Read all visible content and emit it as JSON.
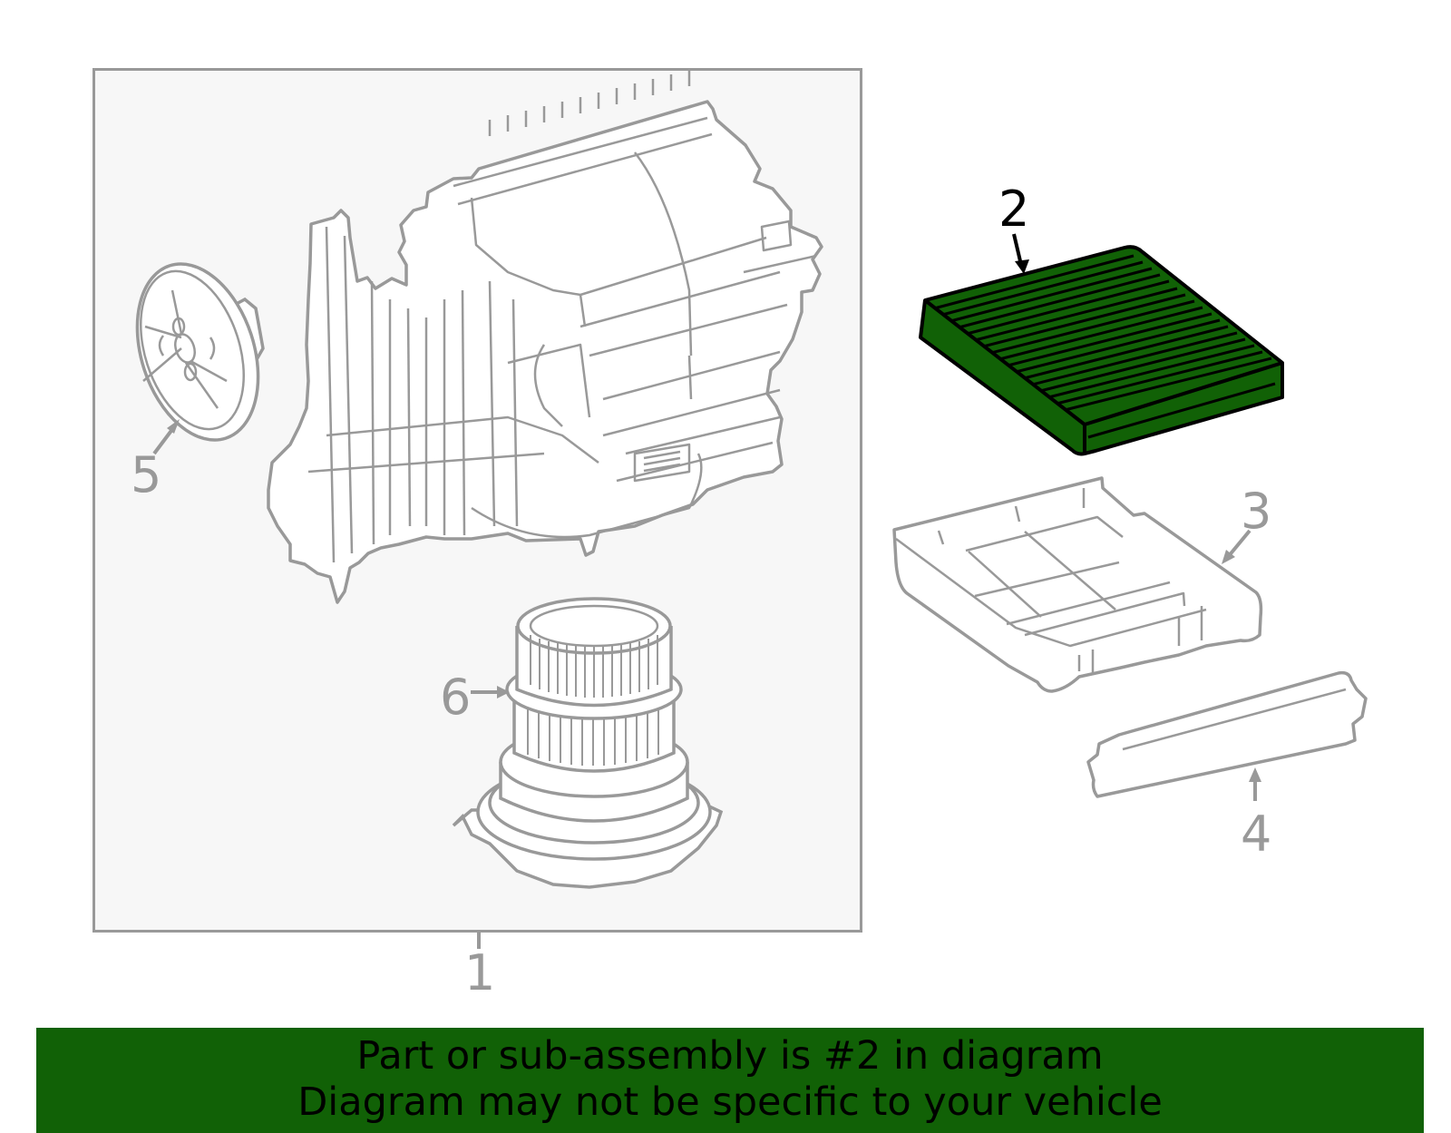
{
  "diagram": {
    "highlighted_part": "2",
    "colors": {
      "highlight_fill": "#116106",
      "line_gray": "#999999",
      "assembly_bg": "#f7f7f7",
      "banner_bg": "#116106",
      "banner_text": "#000000"
    },
    "assembly_group": {
      "callout": "1",
      "contains": [
        "5",
        "6"
      ]
    },
    "parts": [
      {
        "callout": "1",
        "name": "heater-ac-unit-assembly",
        "highlighted": false
      },
      {
        "callout": "2",
        "name": "cabin-air-filter",
        "highlighted": true
      },
      {
        "callout": "3",
        "name": "filter-housing-tray",
        "highlighted": false
      },
      {
        "callout": "4",
        "name": "filter-cover",
        "highlighted": false
      },
      {
        "callout": "5",
        "name": "blower-motor-cover",
        "highlighted": false
      },
      {
        "callout": "6",
        "name": "blower-motor-fan",
        "highlighted": false
      }
    ]
  },
  "banner": {
    "line1": "Part or sub-assembly is #2 in diagram",
    "line2": "Diagram may not be specific to your vehicle"
  }
}
